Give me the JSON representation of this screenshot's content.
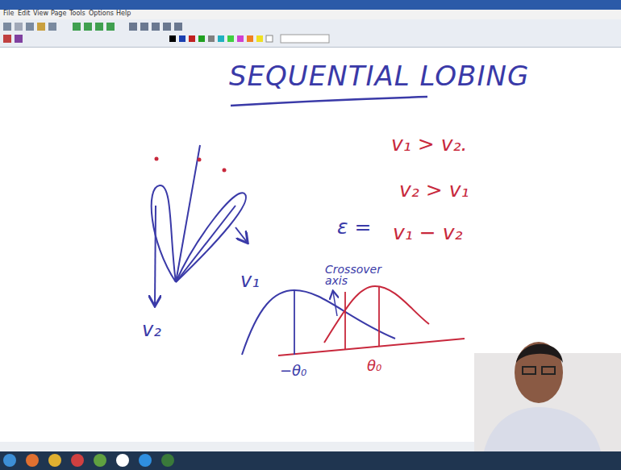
{
  "diagram": {
    "title": "SEQUENTIAL LOBING",
    "labels": [
      "File",
      "Edit",
      "View",
      "Page",
      "Tools",
      "Options",
      "Help",
      "v₁ > v₂.",
      "v₂ > v₁",
      "ε =",
      "v₁ − v₂",
      "v₁",
      "v₂",
      "Crossover axis",
      "−θ₀",
      "θ₀"
    ]
  }
}
